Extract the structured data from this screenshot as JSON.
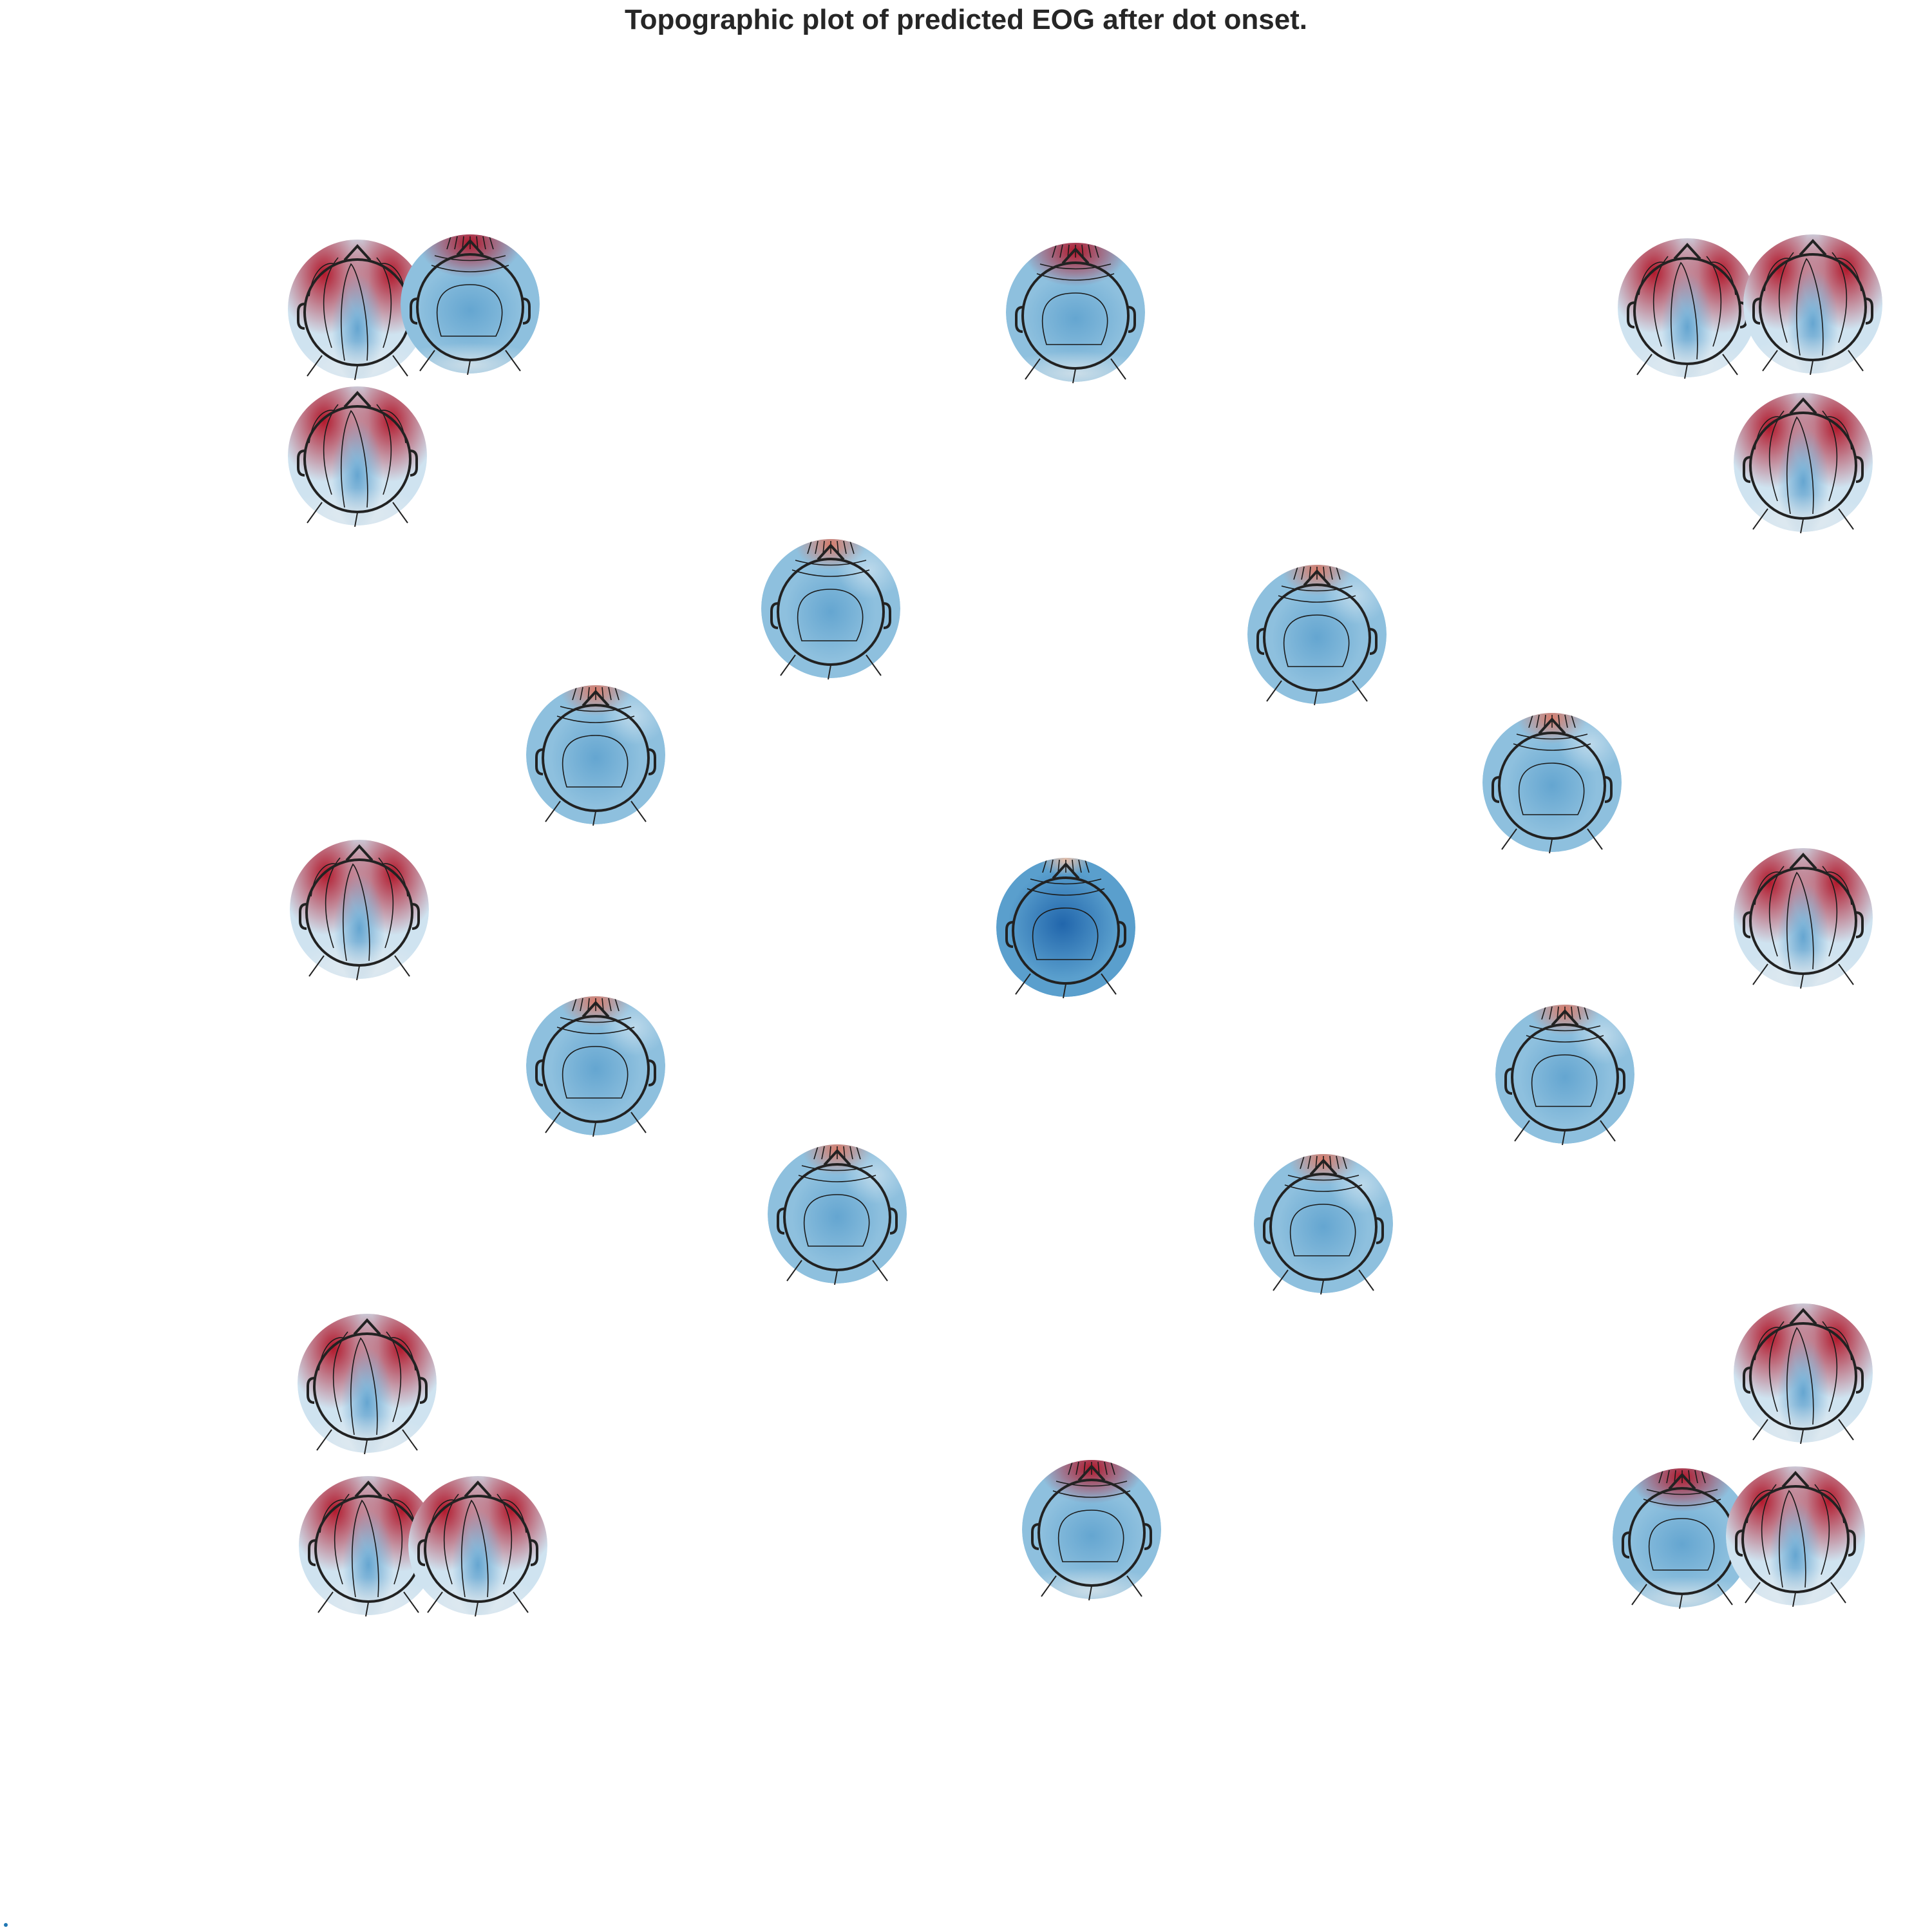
{
  "title": "Topographic plot of predicted EOG after dot onset.",
  "colors": {
    "strong_red": "#b2182b",
    "red": "#e0755f",
    "light_red": "#f7c3a6",
    "white": "#f4f1ef",
    "light_blue": "#cfe3f0",
    "blue": "#8ec0de",
    "mid_blue": "#5a9fcd",
    "dark_blue": "#2166ac",
    "contour": "#1a1a1a"
  },
  "topomaps": [
    {
      "id": "top-left-a",
      "pattern": "red-lateral"
    },
    {
      "id": "top-left-b",
      "pattern": "red-frontal"
    },
    {
      "id": "top-center",
      "pattern": "red-frontal"
    },
    {
      "id": "top-right-a",
      "pattern": "red-lateral"
    },
    {
      "id": "top-right-b",
      "pattern": "red-lateral"
    },
    {
      "id": "upper-left",
      "pattern": "red-lateral"
    },
    {
      "id": "upper-right",
      "pattern": "red-lateral"
    },
    {
      "id": "ring1-upper-left",
      "pattern": "blue-frontal"
    },
    {
      "id": "ring1-upper-right",
      "pattern": "blue-frontal"
    },
    {
      "id": "ring2-upper-left",
      "pattern": "blue-frontal"
    },
    {
      "id": "ring2-upper-right",
      "pattern": "blue-frontal"
    },
    {
      "id": "middle-left",
      "pattern": "red-lateral"
    },
    {
      "id": "center",
      "pattern": "dark-blue"
    },
    {
      "id": "middle-right",
      "pattern": "red-lateral"
    },
    {
      "id": "ring2-lower-left",
      "pattern": "blue-frontal"
    },
    {
      "id": "ring2-lower-right",
      "pattern": "blue-frontal"
    },
    {
      "id": "ring1-lower-left",
      "pattern": "blue-frontal"
    },
    {
      "id": "ring1-lower-right",
      "pattern": "blue-frontal"
    },
    {
      "id": "lower-left",
      "pattern": "red-lateral"
    },
    {
      "id": "lower-right",
      "pattern": "red-lateral"
    },
    {
      "id": "bottom-left-a",
      "pattern": "red-lateral"
    },
    {
      "id": "bottom-left-b",
      "pattern": "red-lateral"
    },
    {
      "id": "bottom-center",
      "pattern": "red-frontal"
    },
    {
      "id": "bottom-right-a",
      "pattern": "red-frontal"
    },
    {
      "id": "bottom-right-b",
      "pattern": "red-lateral"
    }
  ]
}
